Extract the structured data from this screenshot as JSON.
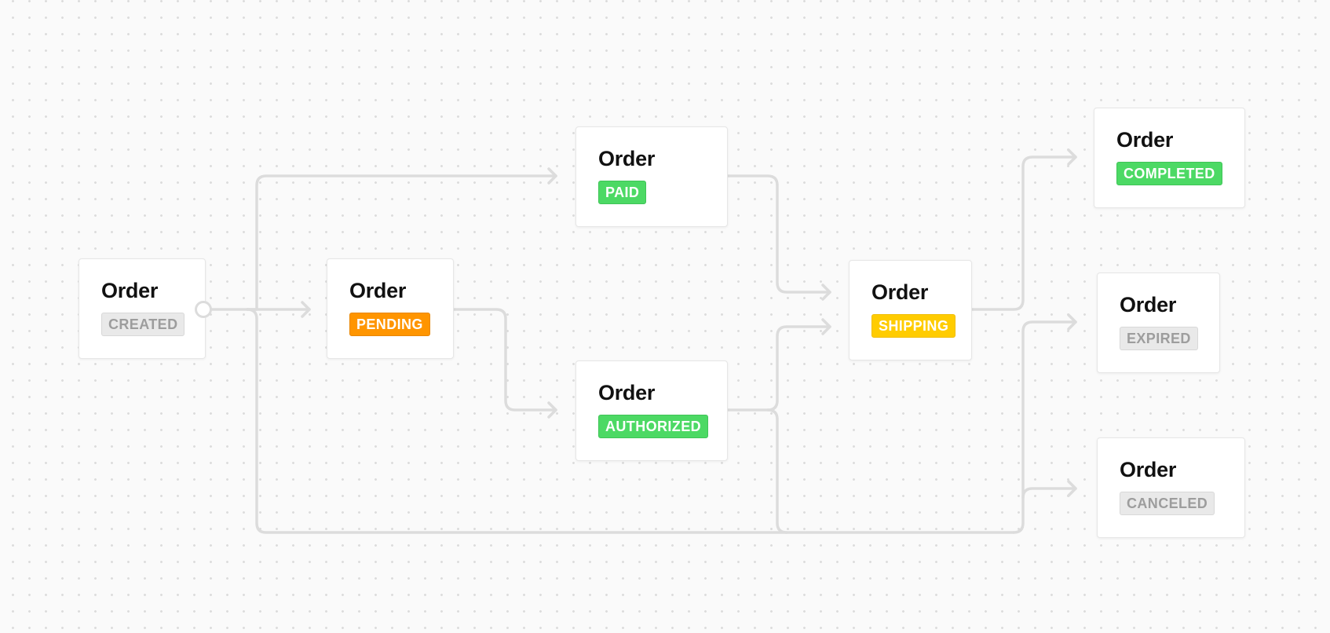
{
  "diagram": {
    "colors": {
      "gray": "#9d9d9d",
      "orange": "#ff9500",
      "green": "#4cd964",
      "yellow": "#ffcc00",
      "edge": "#dcdcdc"
    },
    "nodes": [
      {
        "id": "created",
        "title": "Order",
        "status": "CREATED",
        "color": "gray"
      },
      {
        "id": "pending",
        "title": "Order",
        "status": "PENDING",
        "color": "orange"
      },
      {
        "id": "paid",
        "title": "Order",
        "status": "PAID",
        "color": "green"
      },
      {
        "id": "authorized",
        "title": "Order",
        "status": "AUTHORIZED",
        "color": "green"
      },
      {
        "id": "shipping",
        "title": "Order",
        "status": "SHIPPING",
        "color": "yellow"
      },
      {
        "id": "completed",
        "title": "Order",
        "status": "COMPLETED",
        "color": "green"
      },
      {
        "id": "expired",
        "title": "Order",
        "status": "EXPIRED",
        "color": "gray"
      },
      {
        "id": "canceled",
        "title": "Order",
        "status": "CANCELED",
        "color": "gray"
      }
    ],
    "edges": [
      {
        "from": "created",
        "to": "paid"
      },
      {
        "from": "created",
        "to": "pending"
      },
      {
        "from": "created",
        "to": "canceled"
      },
      {
        "from": "pending",
        "to": "authorized"
      },
      {
        "from": "paid",
        "to": "shipping"
      },
      {
        "from": "authorized",
        "to": "shipping"
      },
      {
        "from": "authorized",
        "to": "canceled"
      },
      {
        "from": "shipping",
        "to": "completed"
      },
      {
        "from": "shipping",
        "to": "expired"
      }
    ]
  }
}
